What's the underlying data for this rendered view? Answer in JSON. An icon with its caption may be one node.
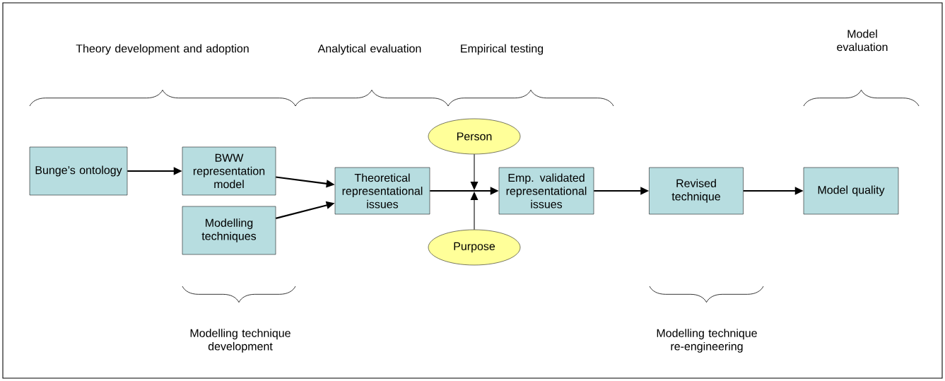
{
  "diagram": {
    "nodes": [
      {
        "text": [
          "Bunge’s ontology"
        ]
      },
      {
        "text": [
          "BWW representation model"
        ]
      },
      {
        "text": [
          "Modelling techniques"
        ]
      },
      {
        "text": [
          "Theoretical representational issues"
        ]
      },
      {
        "text": [
          "Person"
        ]
      },
      {
        "text": [
          "Purpose"
        ]
      },
      {
        "text": [
          "Emp. validated representational issues"
        ]
      },
      {
        "text": [
          "Revised technique"
        ]
      },
      {
        "text": [
          "Model quality"
        ]
      }
    ],
    "edges": [
      {
        "from": 0,
        "to": 1,
        "arrow": "to"
      },
      {
        "from": 1,
        "to": 3,
        "arrow": "to"
      },
      {
        "from": 2,
        "to": 3,
        "arrow": "to"
      },
      {
        "from": 3,
        "to": 6,
        "arrow": "to"
      },
      {
        "from": 4,
        "to": null,
        "arrow": "to"
      },
      {
        "from": 5,
        "to": null,
        "arrow": "to"
      },
      {
        "from": 6,
        "to": 7,
        "arrow": "to"
      },
      {
        "from": 7,
        "to": 8,
        "arrow": "to"
      }
    ],
    "labels": [
      "Theory development and adoption",
      "Analytical evaluation",
      "Empirical testing",
      "Model evaluation",
      "Modelling technique development",
      "Modelling technique re-engineering"
    ]
  }
}
